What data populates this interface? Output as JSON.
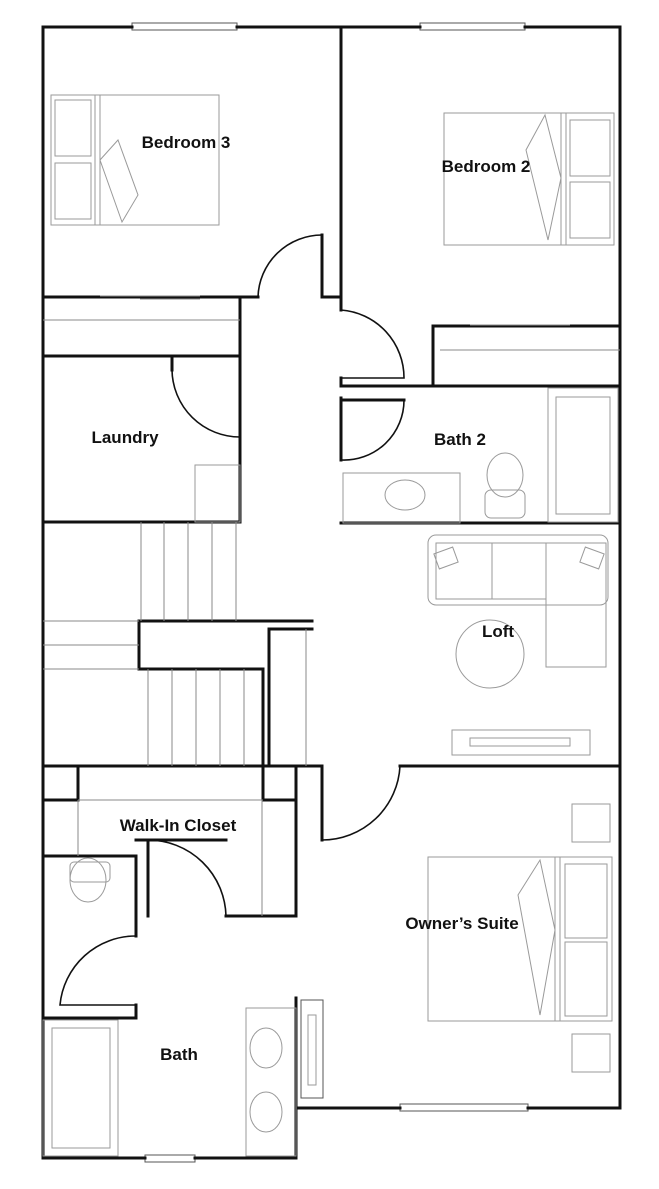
{
  "rooms": {
    "bedroom3": "Bedroom 3",
    "bedroom2": "Bedroom 2",
    "laundry": "Laundry",
    "bath2": "Bath 2",
    "loft": "Loft",
    "walkin_closet": "Walk-In Closet",
    "owners_suite": "Owner’s Suite",
    "bath": "Bath"
  },
  "colors": {
    "wall": "#111111",
    "fixture": "#9a9a9a",
    "background": "#ffffff"
  }
}
